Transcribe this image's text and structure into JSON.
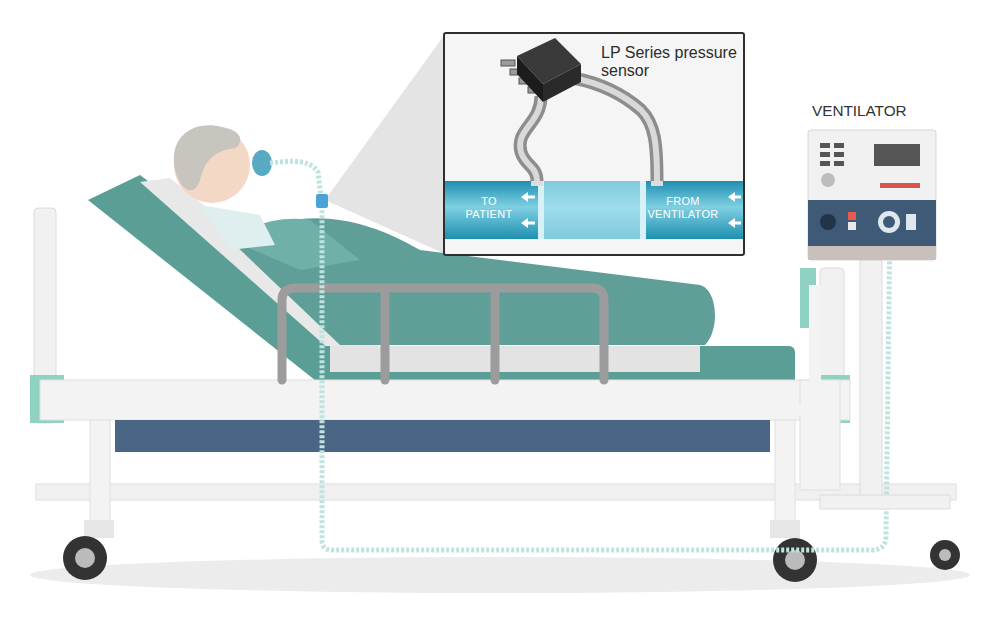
{
  "diagram": {
    "nodes": [
      {
        "text": [
          "LP Series pressure sensor"
        ]
      },
      {
        "text": [
          "TO PATIENT",
          "FROM VENTILATOR"
        ],
        "in": 0
      },
      {
        "text": [
          "VENTILATOR"
        ]
      }
    ]
  }
}
